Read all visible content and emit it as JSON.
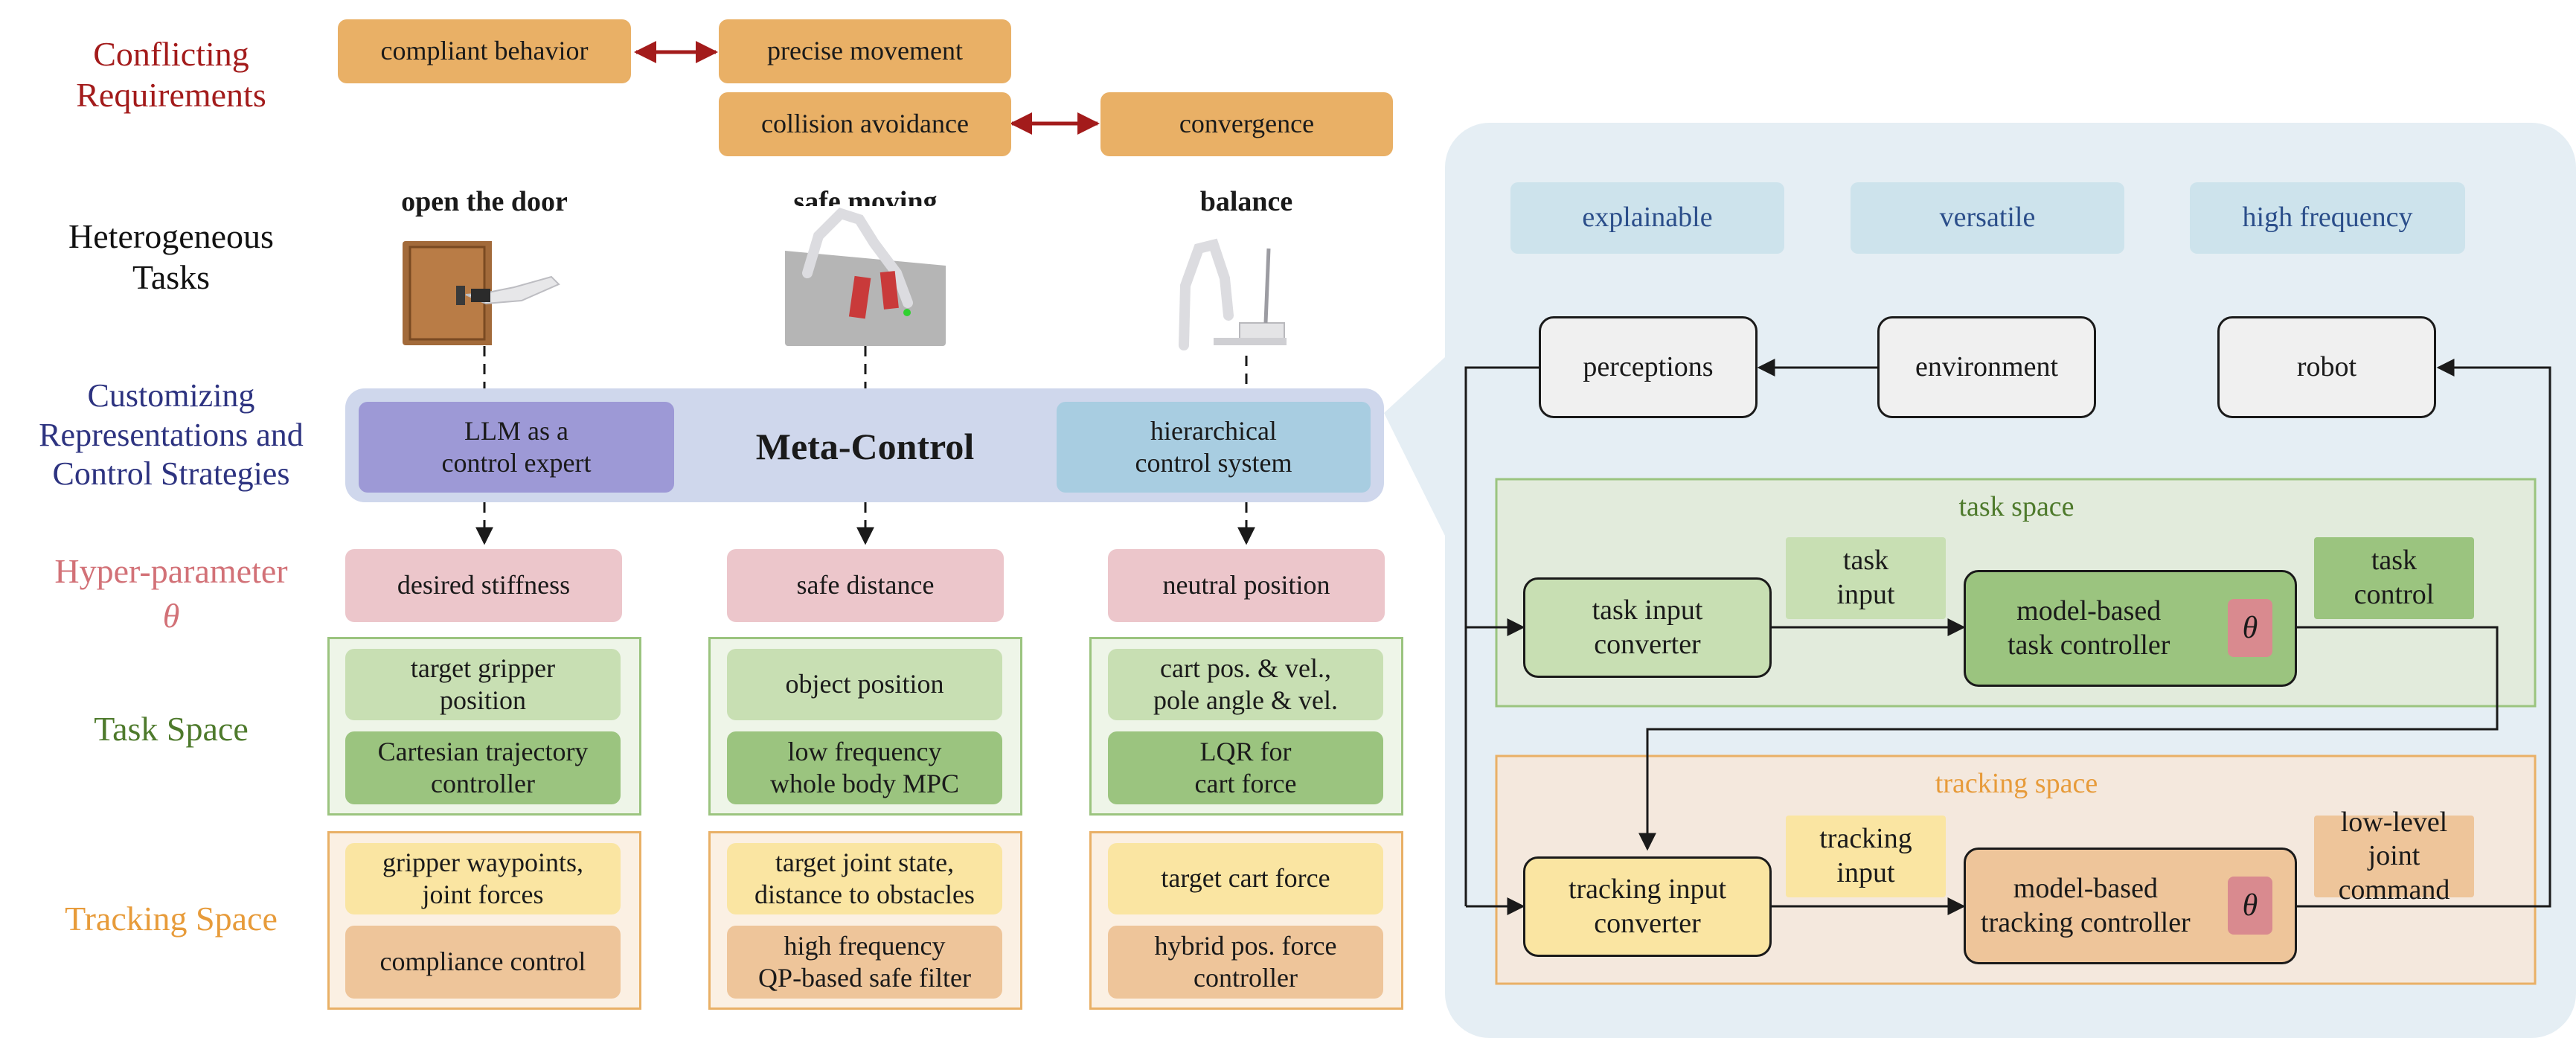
{
  "colors": {
    "requirements": "#a31b1b",
    "representations": "#2d3380",
    "hyperparameter": "#d27177",
    "task_space": "#4e7a2c",
    "tracking_space": "#e79b3a",
    "requirement_box": "#e9b066",
    "meta_control_panel": "#cfd7ec",
    "right_panel": "#e5eef4"
  },
  "rows": {
    "requirements": "Conflicting\nRequirements",
    "tasks": "Heterogeneous\nTasks",
    "representations": "Customizing\nRepresentations and\nControl Strategies",
    "hyperparameter": "Hyper-parameter",
    "theta": "θ",
    "task_space": "Task Space",
    "tracking_space": "Tracking Space"
  },
  "requirements": {
    "compliant": "compliant behavior",
    "precise": "precise movement",
    "collision": "collision avoidance",
    "convergence": "convergence"
  },
  "tasks": [
    {
      "title": "open the door",
      "hyper": "desired stiffness",
      "task_input": "target gripper\nposition",
      "task_controller": "Cartesian trajectory\ncontroller",
      "tracking_input": "gripper waypoints,\njoint forces",
      "tracking_controller": "compliance control"
    },
    {
      "title": "safe moving",
      "hyper": "safe distance",
      "task_input": "object position",
      "task_controller": "low frequency\nwhole body MPC",
      "tracking_input": "target joint state,\ndistance to obstacles",
      "tracking_controller": "high frequency\nQP-based safe filter"
    },
    {
      "title": "balance",
      "hyper": "neutral position",
      "task_input": "cart pos. & vel.,\npole angle & vel.",
      "task_controller": "LQR for\ncart force",
      "tracking_input": "target cart force",
      "tracking_controller": "hybrid pos. force\ncontroller"
    }
  ],
  "meta_control": {
    "title": "Meta-Control",
    "llm": "LLM as a\ncontrol expert",
    "hierarchical": "hierarchical\ncontrol system"
  },
  "right_panel": {
    "properties": [
      "explainable",
      "versatile",
      "high frequency"
    ],
    "perceptions": "perceptions",
    "environment": "environment",
    "robot": "robot",
    "task_space_title": "task space",
    "task_input_label": "task\ninput",
    "task_input_converter": "task input\nconverter",
    "task_controller": "model-based\ntask controller",
    "task_control_label": "task\ncontrol",
    "tracking_space_title": "tracking space",
    "tracking_input_label": "tracking\ninput",
    "tracking_input_converter": "tracking input\nconverter",
    "tracking_controller": "model-based\ntracking controller",
    "joint_command_label": "low-level\njoint command",
    "theta": "θ"
  }
}
